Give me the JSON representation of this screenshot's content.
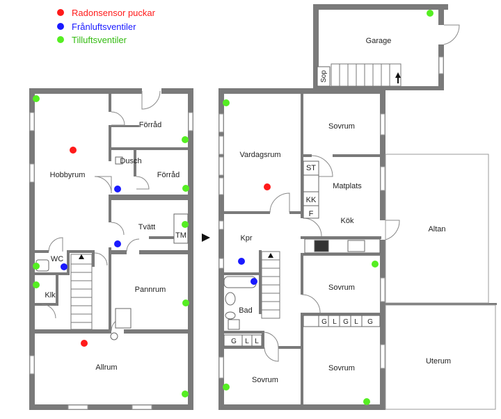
{
  "legend": [
    {
      "label": "Radonsensor puckar",
      "color": "#ff1a1a"
    },
    {
      "label": "Frånluftsventiler",
      "color": "#1a1aff"
    },
    {
      "label": "Tilluftsventiler",
      "color": "#55ee22"
    }
  ],
  "rooms": {
    "garage": "Garage",
    "sop": "Sop",
    "forrad_top": "Förråd",
    "dusch": "Dusch",
    "forrad_mid": "Förråd",
    "hobbyrum": "Hobbyrum",
    "tvatt": "Tvätt",
    "tm": "TM",
    "wc": "WC",
    "klk": "Klk",
    "pannrum": "Pannrum",
    "allrum": "Allrum",
    "vardagsrum": "Vardagsrum",
    "sovrum_1": "Sovrum",
    "st": "ST",
    "matplats": "Matplats",
    "kk": "KK",
    "f": "F",
    "kok": "Kök",
    "kpr": "Kpr",
    "altan": "Altan",
    "sovrum_2": "Sovrum",
    "bad": "Bad",
    "uterum": "Uterum",
    "sovrum_3": "Sovrum",
    "sovrum_4": "Sovrum"
  },
  "closets_right": [
    "G",
    "L",
    "G",
    "L",
    "G"
  ],
  "closets_left": [
    "G",
    "L",
    "L"
  ],
  "colors": {
    "wall": "#7a7a7a",
    "radon": "#ff1a1a",
    "exhaust": "#1a1aff",
    "supply": "#55ee22"
  }
}
